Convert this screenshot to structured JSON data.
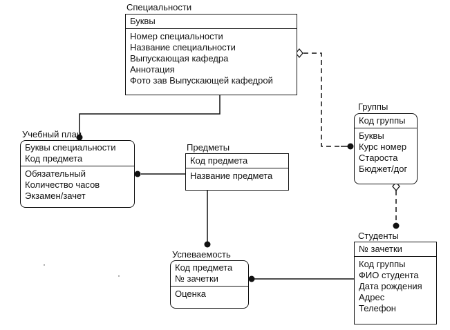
{
  "entities": {
    "specialty": {
      "title": "Специальности",
      "keys": [
        "Буквы"
      ],
      "attributes": [
        "Номер специальности",
        "Название специальности",
        "Выпускающая кафедра",
        "Аннотация",
        "Фото зав Выпускающей кафедрой"
      ]
    },
    "groups": {
      "title": "Группы",
      "keys": [
        "Код группы"
      ],
      "attributes": [
        "Буквы",
        "Курс номер",
        "Староста",
        "Бюджет/дог"
      ]
    },
    "curriculum": {
      "title": "Учебный план",
      "keys": [
        "Буквы специальности",
        "Код предмета"
      ],
      "attributes": [
        "Обязательный",
        "Количество часов",
        "Экзамен/зачет"
      ]
    },
    "subjects": {
      "title": "Предметы",
      "keys": [
        "Код предмета"
      ],
      "attributes": [
        "Название предмета"
      ]
    },
    "students": {
      "title": "Студенты",
      "keys": [
        "№ зачетки"
      ],
      "attributes": [
        "Код группы",
        "ФИО студента",
        "Дата рождения",
        "Адрес",
        "Телефон"
      ]
    },
    "grades": {
      "title": "Успеваемость",
      "keys": [
        "Код предмета",
        "№ зачетки"
      ],
      "attributes": [
        "Оценка"
      ]
    }
  },
  "relationships": [
    {
      "from": "specialty",
      "to": "curriculum",
      "style": "solid"
    },
    {
      "from": "specialty",
      "to": "groups",
      "style": "dashed"
    },
    {
      "from": "groups",
      "to": "students",
      "style": "dashed"
    },
    {
      "from": "subjects",
      "to": "curriculum",
      "style": "solid"
    },
    {
      "from": "subjects",
      "to": "grades",
      "style": "solid"
    },
    {
      "from": "students",
      "to": "grades",
      "style": "solid"
    }
  ],
  "colors": {
    "ink": "#111111",
    "paper": "#ffffff"
  }
}
